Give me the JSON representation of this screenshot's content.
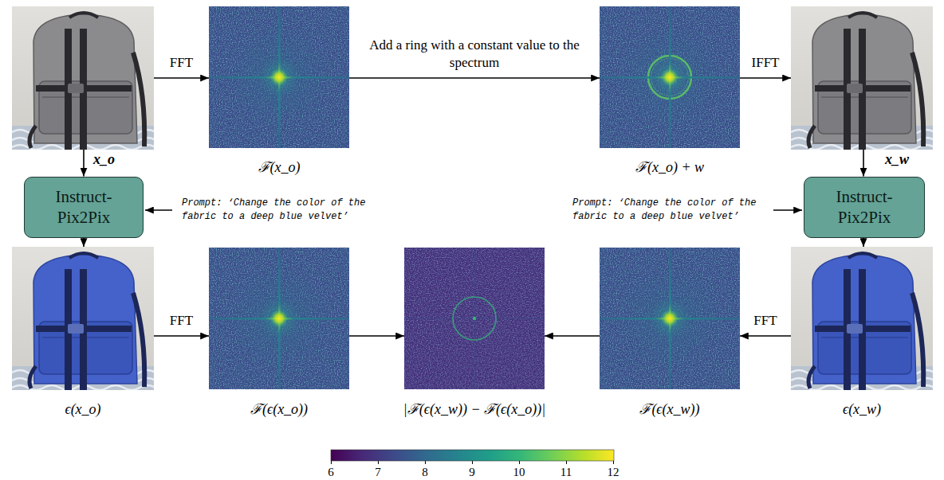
{
  "diagram": {
    "nodes": [
      {
        "text": [
          "x_o"
        ]
      },
      {
        "text": [
          "ℱ(x_o)"
        ]
      },
      {
        "text": [
          "ℱ(x_o) + w"
        ]
      },
      {
        "text": [
          "x_w"
        ]
      },
      {
        "text": [
          "Instruct-Pix2Pix"
        ]
      },
      {
        "text": [
          "Instruct-Pix2Pix"
        ]
      },
      {
        "text": [
          "ϵ(x_o)"
        ]
      },
      {
        "text": [
          "ℱ(ϵ(x_o))"
        ]
      },
      {
        "text": [
          "|ℱ(ϵ(x_w)) − ℱ(ϵ(x_o))|"
        ]
      },
      {
        "text": [
          "ℱ(ϵ(x_w))"
        ]
      },
      {
        "text": [
          "ϵ(x_w)"
        ]
      }
    ],
    "edges": [
      {
        "from": 0,
        "to": 1,
        "label": "FFT",
        "arrow": "to"
      },
      {
        "from": 1,
        "to": 2,
        "label": "Add a ring with a constant value to the spectrum",
        "arrow": "to"
      },
      {
        "from": 2,
        "to": 3,
        "label": "IFFT",
        "arrow": "to"
      },
      {
        "from": 0,
        "to": 4,
        "arrow": "to"
      },
      {
        "from": 3,
        "to": 5,
        "arrow": "to"
      },
      {
        "from": 4,
        "to": 6,
        "arrow": "to"
      },
      {
        "from": 5,
        "to": 10,
        "arrow": "to"
      },
      {
        "from": 6,
        "to": 7,
        "label": "FFT",
        "arrow": "to"
      },
      {
        "from": 7,
        "to": 8,
        "arrow": "to"
      },
      {
        "from": 9,
        "to": 8,
        "arrow": "to"
      },
      {
        "from": 10,
        "to": 9,
        "label": "FFT",
        "arrow": "to"
      }
    ],
    "labels": [
      "Prompt: ‘Change the color of the fabric to a deep blue velvet’",
      "Prompt: ‘Change the color of the fabric to a deep blue velvet’",
      "6",
      "7",
      "8",
      "9",
      "10",
      "11",
      "12"
    ]
  }
}
